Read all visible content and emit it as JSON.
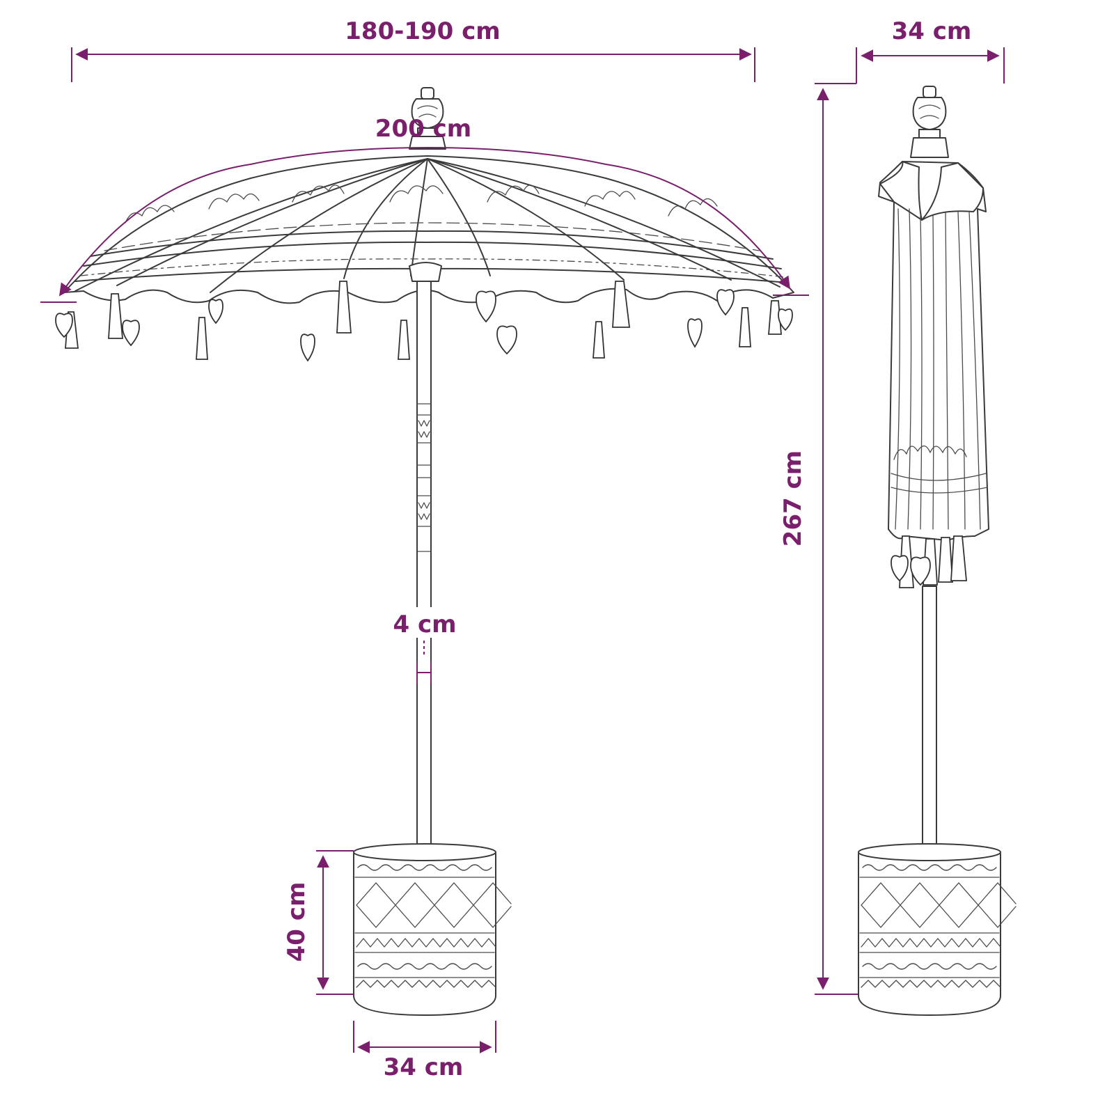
{
  "accent_color": "#7a1f6b",
  "line_color": "#3a3a3a",
  "dimensions": {
    "open_width": "180-190 cm",
    "canopy_arc": "200 cm",
    "pole_diameter": "4 cm",
    "base_height": "40 cm",
    "base_width": "34 cm",
    "closed_width": "34 cm",
    "total_height": "267 cm"
  }
}
